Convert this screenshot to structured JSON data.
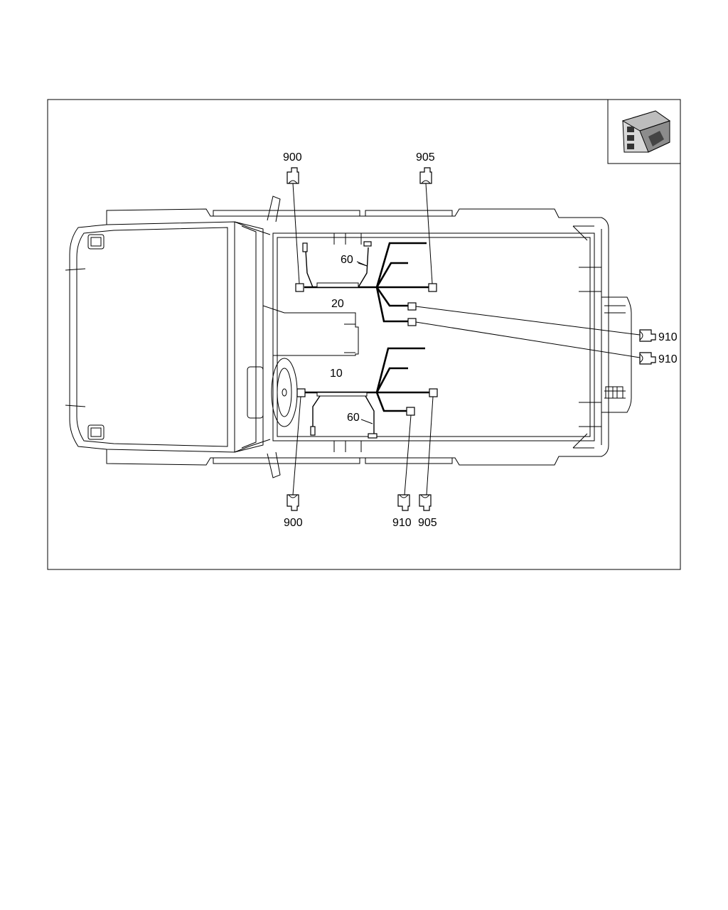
{
  "callouts": {
    "top_left_900": "900",
    "top_905": "905",
    "right_910_a": "910",
    "right_910_b": "910",
    "bottom_900": "900",
    "bottom_910": "910",
    "bottom_905": "905",
    "harness_rear": "20",
    "harness_front": "10",
    "cable_rear": "60",
    "cable_front": "60"
  },
  "colors": {
    "line": "#000000",
    "background": "#ffffff"
  }
}
